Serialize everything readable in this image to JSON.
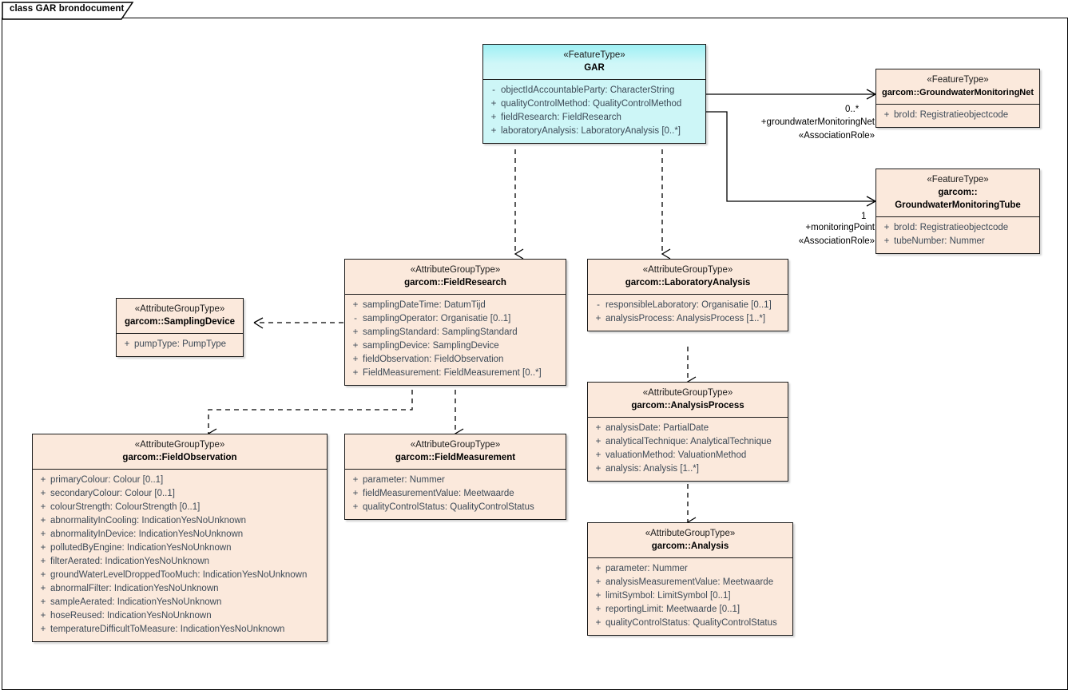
{
  "diagram": {
    "frame_title": "class GAR brondocument",
    "stereotype_featuretype": "«FeatureType»",
    "stereotype_attributegrouptype": "«AttributeGroupType»",
    "stereotype_associationrole": "«AssociationRole»"
  },
  "colors": {
    "featuretype_fill": "#cdf6f7",
    "attributegroup_fill": "#fbe9dc",
    "border": "#1a1a1a",
    "attr_text": "#3d4a57"
  },
  "classes": [
    {
      "id": "gar",
      "stereotype": "«FeatureType»",
      "name": "GAR",
      "attributes": [
        {
          "visibility": "-",
          "text": "objectIdAccountableParty: CharacterString"
        },
        {
          "visibility": "+",
          "text": "qualityControlMethod: QualityControlMethod"
        },
        {
          "visibility": "+",
          "text": "fieldResearch: FieldResearch"
        },
        {
          "visibility": "+",
          "text": "laboratoryAnalysis: LaboratoryAnalysis [0..*]"
        }
      ]
    },
    {
      "id": "gwmnet",
      "stereotype": "«FeatureType»",
      "name": "garcom::GroundwaterMonitoringNet",
      "attributes": [
        {
          "visibility": "+",
          "text": "broId: Registratieobjectcode"
        }
      ]
    },
    {
      "id": "gwmtube",
      "stereotype": "«FeatureType»",
      "name_line1": "garcom::",
      "name_line2": "GroundwaterMonitoringTube",
      "name": "garcom::GroundwaterMonitoringTube",
      "attributes": [
        {
          "visibility": "+",
          "text": "broId: Registratieobjectcode"
        },
        {
          "visibility": "+",
          "text": "tubeNumber: Nummer"
        }
      ]
    },
    {
      "id": "fieldresearch",
      "stereotype": "«AttributeGroupType»",
      "name": "garcom::FieldResearch",
      "attributes": [
        {
          "visibility": "+",
          "text": "samplingDateTime: DatumTijd"
        },
        {
          "visibility": "-",
          "text": "samplingOperator: Organisatie [0..1]"
        },
        {
          "visibility": "+",
          "text": "samplingStandard: SamplingStandard"
        },
        {
          "visibility": "+",
          "text": "samplingDevice: SamplingDevice"
        },
        {
          "visibility": "+",
          "text": "fieldObservation: FieldObservation"
        },
        {
          "visibility": "+",
          "text": "FieldMeasurement: FieldMeasurement [0..*]"
        }
      ]
    },
    {
      "id": "laboratoryanalysis",
      "stereotype": "«AttributeGroupType»",
      "name": "garcom::LaboratoryAnalysis",
      "attributes": [
        {
          "visibility": "-",
          "text": "responsibleLaboratory: Organisatie [0..1]"
        },
        {
          "visibility": "+",
          "text": "analysisProcess: AnalysisProcess [1..*]"
        }
      ]
    },
    {
      "id": "samplingdevice",
      "stereotype": "«AttributeGroupType»",
      "name": "garcom::SamplingDevice",
      "attributes": [
        {
          "visibility": "+",
          "text": "pumpType: PumpType"
        }
      ]
    },
    {
      "id": "analysisprocess",
      "stereotype": "«AttributeGroupType»",
      "name": "garcom::AnalysisProcess",
      "attributes": [
        {
          "visibility": "+",
          "text": "analysisDate: PartialDate"
        },
        {
          "visibility": "+",
          "text": "analyticalTechnique: AnalyticalTechnique"
        },
        {
          "visibility": "+",
          "text": "valuationMethod: ValuationMethod"
        },
        {
          "visibility": "+",
          "text": "analysis: Analysis [1..*]"
        }
      ]
    },
    {
      "id": "analysis",
      "stereotype": "«AttributeGroupType»",
      "name": "garcom::Analysis",
      "attributes": [
        {
          "visibility": "+",
          "text": "parameter: Nummer"
        },
        {
          "visibility": "+",
          "text": "analysisMeasurementValue: Meetwaarde"
        },
        {
          "visibility": "+",
          "text": "limitSymbol: LimitSymbol [0..1]"
        },
        {
          "visibility": "+",
          "text": "reportingLimit: Meetwaarde [0..1]"
        },
        {
          "visibility": "+",
          "text": "qualityControlStatus: QualityControlStatus"
        }
      ]
    },
    {
      "id": "fieldobservation",
      "stereotype": "«AttributeGroupType»",
      "name": "garcom::FieldObservation",
      "attributes": [
        {
          "visibility": "+",
          "text": "primaryColour: Colour [0..1]"
        },
        {
          "visibility": "+",
          "text": "secondaryColour: Colour [0..1]"
        },
        {
          "visibility": "+",
          "text": "colourStrength: ColourStrength [0..1]"
        },
        {
          "visibility": "+",
          "text": "abnormalityInCooling: IndicationYesNoUnknown"
        },
        {
          "visibility": "+",
          "text": "abnormalityInDevice: IndicationYesNoUnknown"
        },
        {
          "visibility": "+",
          "text": "pollutedByEngine: IndicationYesNoUnknown"
        },
        {
          "visibility": "+",
          "text": "filterAerated: IndicationYesNoUnknown"
        },
        {
          "visibility": "+",
          "text": "groundWaterLevelDroppedTooMuch: IndicationYesNoUnknown"
        },
        {
          "visibility": "+",
          "text": "abnormalFilter: IndicationYesNoUnknown"
        },
        {
          "visibility": "+",
          "text": "sampleAerated: IndicationYesNoUnknown"
        },
        {
          "visibility": "+",
          "text": "hoseReused: IndicationYesNoUnknown"
        },
        {
          "visibility": "+",
          "text": "temperatureDifficultToMeasure: IndicationYesNoUnknown"
        }
      ]
    },
    {
      "id": "fieldmeasurement",
      "stereotype": "«AttributeGroupType»",
      "name": "garcom::FieldMeasurement",
      "attributes": [
        {
          "visibility": "+",
          "text": "parameter: Nummer"
        },
        {
          "visibility": "+",
          "text": "fieldMeasurementValue: Meetwaarde"
        },
        {
          "visibility": "+",
          "text": "qualityControlStatus: QualityControlStatus"
        }
      ]
    }
  ],
  "associations": [
    {
      "id": "assoc-gwmnet",
      "role": "+groundwaterMonitoringNet",
      "stereotype": "«AssociationRole»",
      "multiplicity": "0..*",
      "from": "gar",
      "to": "gwmnet"
    },
    {
      "id": "assoc-gwmtube",
      "role": "+monitoringPoint",
      "stereotype": "«AssociationRole»",
      "multiplicity": "1",
      "from": "gar",
      "to": "gwmtube"
    }
  ],
  "dependencies": [
    {
      "from": "gar",
      "to": "fieldresearch"
    },
    {
      "from": "gar",
      "to": "laboratoryanalysis"
    },
    {
      "from": "fieldresearch",
      "to": "samplingdevice"
    },
    {
      "from": "fieldresearch",
      "to": "fieldobservation"
    },
    {
      "from": "fieldresearch",
      "to": "fieldmeasurement"
    },
    {
      "from": "laboratoryanalysis",
      "to": "analysisprocess"
    },
    {
      "from": "analysisprocess",
      "to": "analysis"
    }
  ]
}
